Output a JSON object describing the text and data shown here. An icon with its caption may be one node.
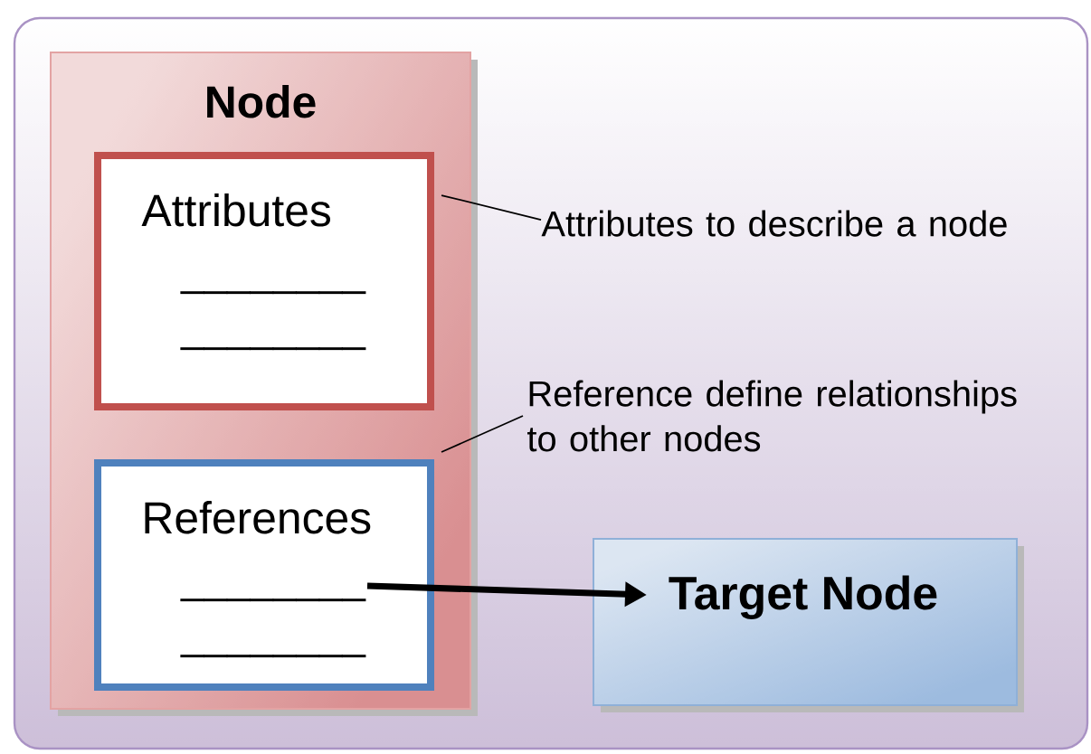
{
  "diagram": {
    "nodes": [
      {
        "text": [
          "Node"
        ]
      },
      {
        "text": [
          "Attributes",
          "________",
          "________"
        ],
        "in": 0
      },
      {
        "text": [
          "References",
          "________",
          "________"
        ],
        "in": 0
      },
      {
        "text": [
          "Target Node"
        ]
      },
      {
        "text": [
          "Attributes to describe a node"
        ]
      },
      {
        "text": [
          "Reference define relationships to other nodes"
        ]
      }
    ],
    "edges": [
      {
        "from": 4,
        "to": 1,
        "arrow": "none"
      },
      {
        "from": 5,
        "to": 2,
        "arrow": "none"
      },
      {
        "from": 2,
        "to": 3,
        "arrow": "to",
        "style": "thick"
      }
    ]
  }
}
